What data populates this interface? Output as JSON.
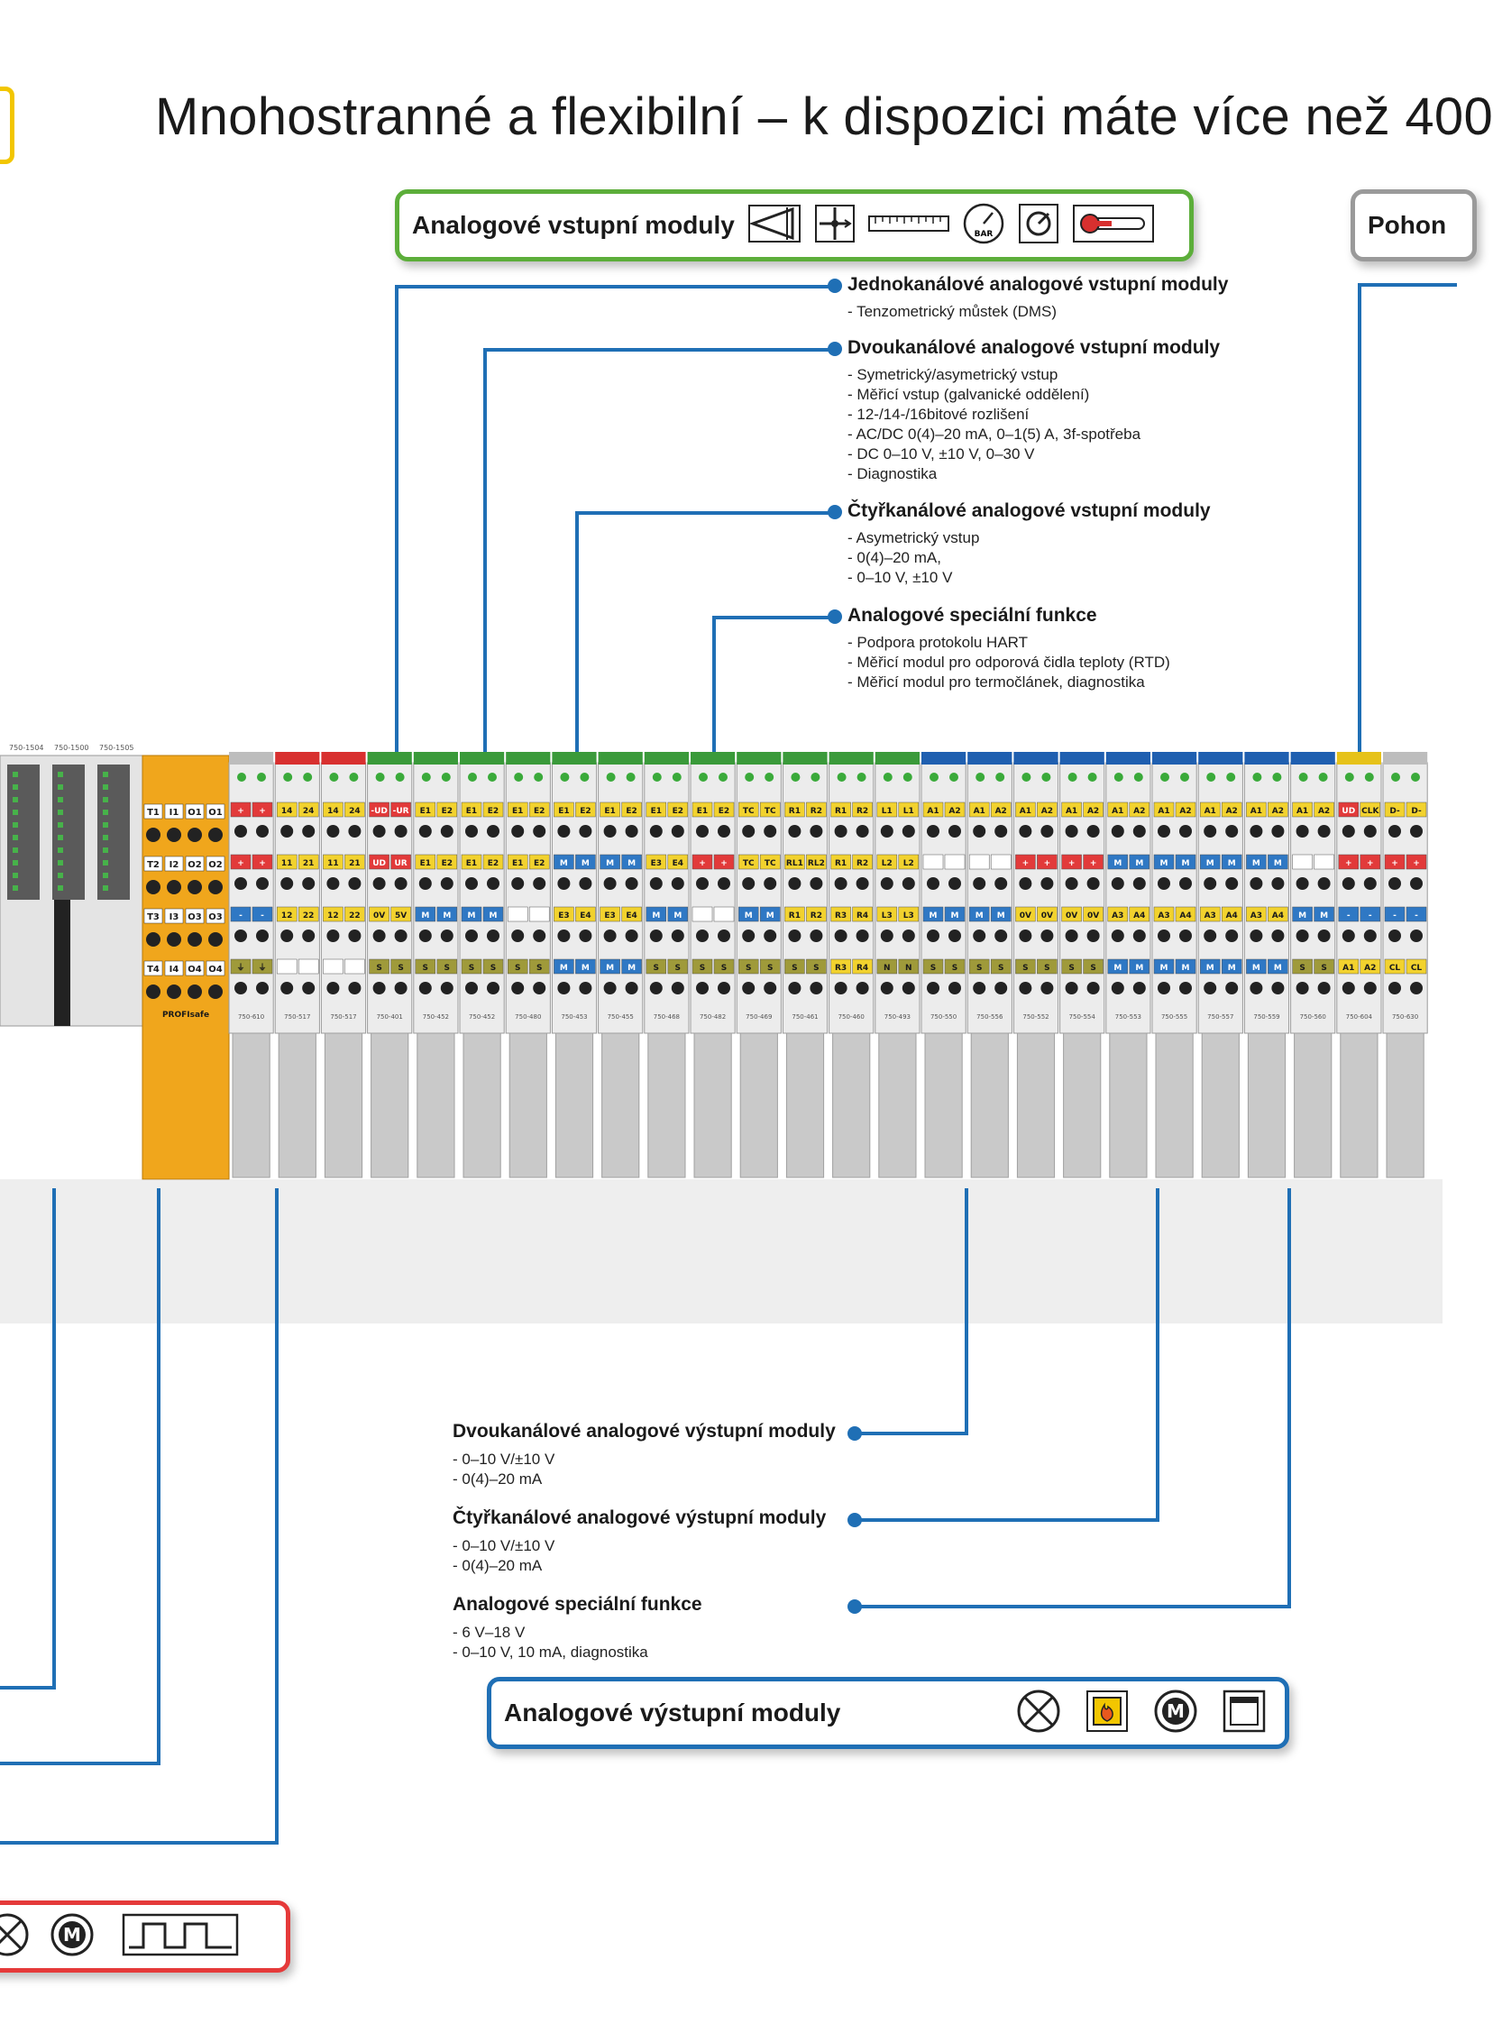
{
  "title": "Mnohostranné a flexibilní – k dispozici máte více než 400",
  "analog_inputs_box": {
    "title": "Analogové vstupní moduly",
    "icons": [
      "strain-gauge-icon",
      "flow-icon",
      "ruler-icon",
      "pressure-gauge-icon",
      "sensor-icon",
      "thermometer-icon"
    ],
    "accent": "#5cae3a"
  },
  "drives_box": {
    "title": "Pohon",
    "accent": "#9a9a9a"
  },
  "analog_input_groups": [
    {
      "title": "Jednokanálové analogové vstupní moduly",
      "items": [
        "- Tenzometrický můstek (DMS)"
      ]
    },
    {
      "title": "Dvoukanálové analogové vstupní moduly",
      "items": [
        "- Symetrický/asymetrický vstup",
        "- Měřicí vstup (galvanické oddělení)",
        "- 12-/14-/16bitové rozlišení",
        "- AC/DC 0(4)–20 mA, 0–1(5) A, 3f-spotřeba",
        "- DC 0–10 V, ±10 V, 0–30 V",
        "- Diagnostika"
      ]
    },
    {
      "title": "Čtyřkanálové analogové vstupní moduly",
      "items": [
        "- Asymetrický vstup",
        "- 0(4)–20 mA,",
        "- 0–10 V, ±10 V"
      ]
    },
    {
      "title": "Analogové speciální funkce",
      "items": [
        "- Podpora protokolu HART",
        "- Měřicí modul pro odporová čidla teploty (RTD)",
        "- Měřicí modul pro termočlánek, diagnostika"
      ]
    }
  ],
  "analog_output_groups": [
    {
      "title": "Dvoukanálové analogové výstupní moduly",
      "items": [
        "- 0–10 V/±10 V",
        "- 0(4)–20 mA"
      ]
    },
    {
      "title": "Čtyřkanálové analogové výstupní moduly",
      "items": [
        "- 0–10 V/±10 V",
        "- 0(4)–20 mA"
      ]
    },
    {
      "title": "Analogové speciální funkce",
      "items": [
        "- 6 V–18 V",
        "- 0–10 V, 10 mA, diagnostika"
      ]
    }
  ],
  "analog_outputs_box": {
    "title": "Analogové výstupní moduly",
    "icons": [
      "lamp-icon",
      "fire-icon",
      "motor-icon",
      "window-icon"
    ],
    "accent": "#1f6fb5"
  },
  "red_box": {
    "icons": [
      "lamp-icon",
      "motor-icon",
      "pulse-icon"
    ],
    "accent": "#e53a3a"
  },
  "rail": {
    "left_labels": [
      "750-1504",
      "750-1500",
      "750-1505"
    ],
    "safety": {
      "rows": [
        [
          "T1",
          "I1",
          "O1",
          "O1"
        ],
        [
          "T2",
          "I2",
          "O2",
          "O2"
        ],
        [
          "T3",
          "I3",
          "O3",
          "O3"
        ],
        [
          "T4",
          "I4",
          "O4",
          "O4"
        ]
      ],
      "label": "PROFIsafe"
    },
    "module_numbers": [
      "750-610",
      "750-517",
      "750-517",
      "750-401",
      "750-452",
      "750-452",
      "750-480",
      "750-453",
      "750-455",
      "750-468",
      "750-482",
      "750-469",
      "750-461",
      "750-460",
      "750-493",
      "750-550",
      "750-556",
      "750-552",
      "750-554",
      "750-553",
      "750-555",
      "750-557",
      "750-559",
      "750-560",
      "750-604",
      "750-630"
    ],
    "cap_colors": [
      "#bdbdbd",
      "#d8302f",
      "#d8302f",
      "#3a9a3a",
      "#3a9a3a",
      "#3a9a3a",
      "#3a9a3a",
      "#3a9a3a",
      "#3a9a3a",
      "#3a9a3a",
      "#3a9a3a",
      "#3a9a3a",
      "#3a9a3a",
      "#3a9a3a",
      "#3a9a3a",
      "#1f5fb0",
      "#1f5fb0",
      "#1f5fb0",
      "#1f5fb0",
      "#1f5fb0",
      "#1f5fb0",
      "#1f5fb0",
      "#1f5fb0",
      "#1f5fb0",
      "#e6c21a",
      "#bdbdbd"
    ],
    "row1": [
      "+|+",
      "14|24",
      "14|24",
      "-UD|-UR",
      "E1|E2",
      "E1|E2",
      "E1|E2",
      "E1|E2",
      "E1|E2",
      "E1|E2",
      "E1|E2",
      "TC|TC",
      "R1|R2",
      "R1|R2",
      "L1|L1",
      "A1|A2",
      "A1|A2",
      "A1|A2",
      "A1|A2",
      "A1|A2",
      "A1|A2",
      "A1|A2",
      "A1|A2",
      "A1|A2",
      "UD|CLK",
      "D-|D-"
    ],
    "row2": [
      "+|+",
      "11|21",
      "11|21",
      "UD|UR",
      "E1|E2",
      "E1|E2",
      "E1|E2",
      "M|M",
      "M|M",
      "E3|E4",
      "+|+",
      "TC|TC",
      "RL1|RL2",
      "R1|R2",
      "L2|L2",
      "|",
      "|",
      "+|+",
      "+|+",
      "M|M",
      "M|M",
      "M|M",
      "M|M",
      "|",
      "+|+",
      "+|+"
    ],
    "row3": [
      "-|-",
      "12|22",
      "12|22",
      "0V|5V",
      "M|M",
      "M|M",
      "|",
      "E3|E4",
      "E3|E4",
      "M|M",
      "|",
      "M|M",
      "R1|R2",
      "R3|R4",
      "L3|L3",
      "M|M",
      "M|M",
      "0V|0V",
      "0V|0V",
      "A3|A4",
      "A3|A4",
      "A3|A4",
      "A3|A4",
      "M|M",
      "-|-",
      "-|-"
    ],
    "row4": [
      "⏚|⏚",
      "|",
      "|",
      "S|S",
      "S|S",
      "S|S",
      "S|S",
      "M|M",
      "M|M",
      "S|S",
      "S|S",
      "S|S",
      "S|S",
      "R3|R4",
      "N|N",
      "S|S",
      "S|S",
      "S|S",
      "S|S",
      "M|M",
      "M|M",
      "M|M",
      "M|M",
      "S|S",
      "A1|A2",
      "CL|CL"
    ]
  }
}
